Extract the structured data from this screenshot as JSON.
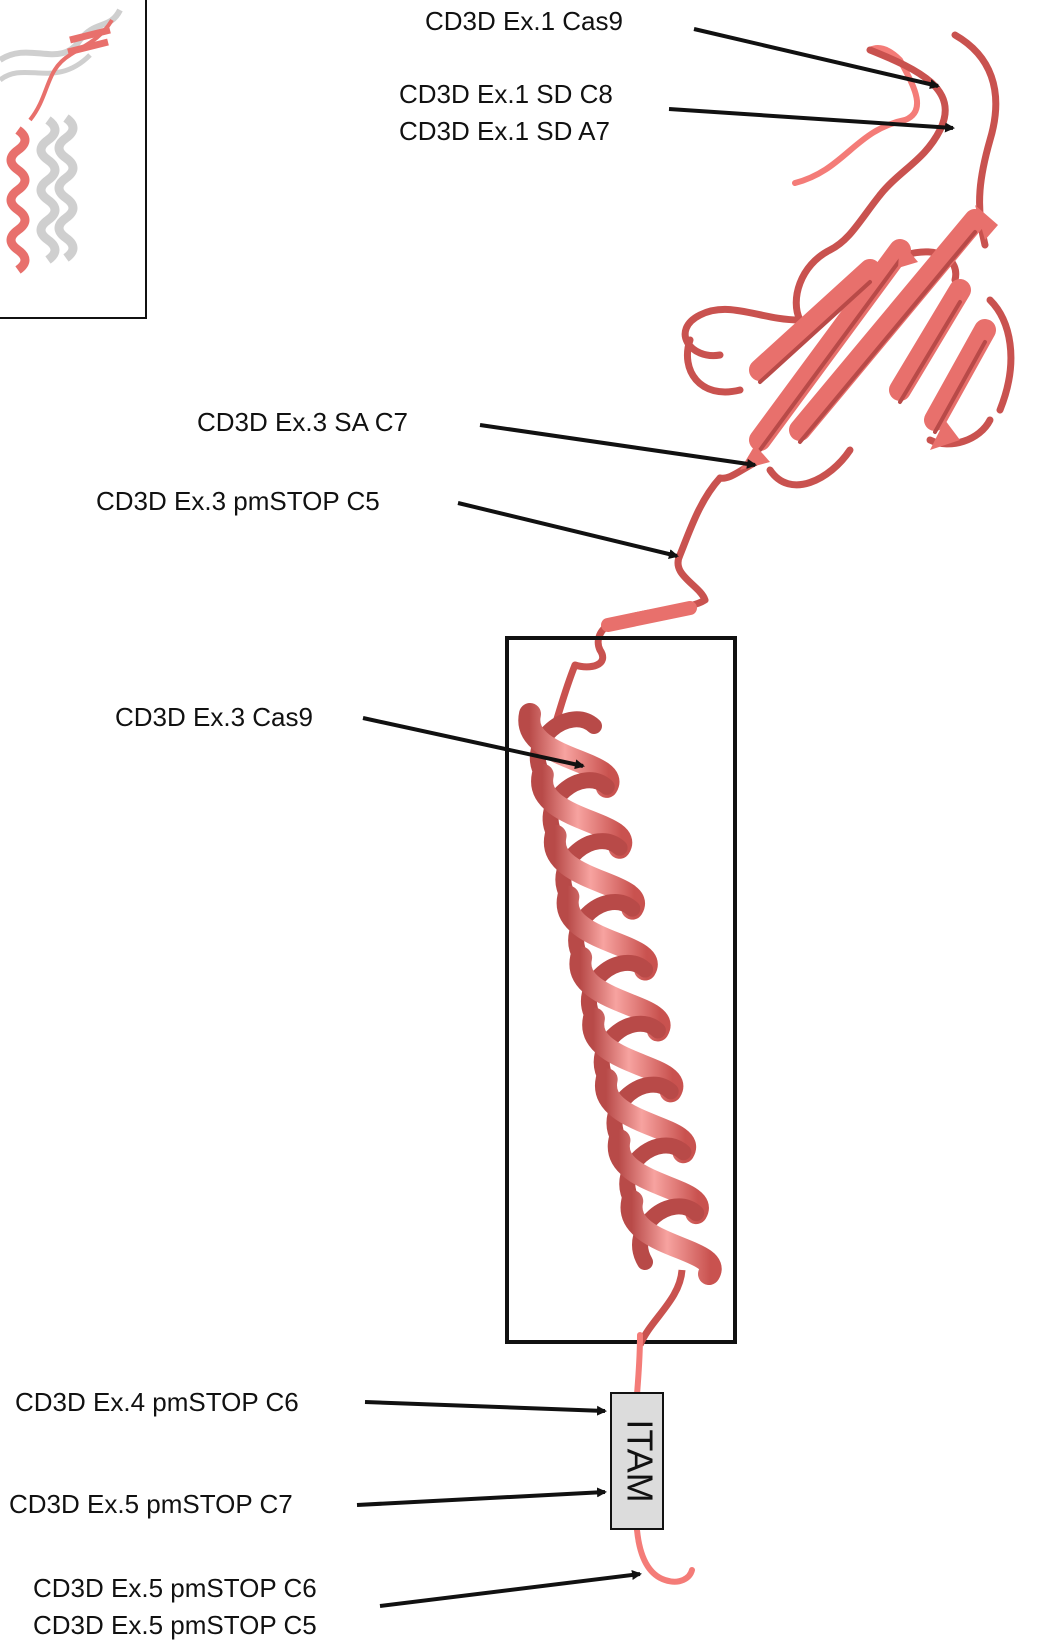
{
  "labels": {
    "ex1_cas9": "CD3D Ex.1 Cas9",
    "ex1_sd_c8": "CD3D Ex.1 SD C8",
    "ex1_sd_a7": "CD3D Ex.1 SD A7",
    "ex3_sa_c7": "CD3D Ex.3 SA C7",
    "ex3_pmstop_c5": "CD3D Ex.3 pmSTOP C5",
    "ex3_cas9": "CD3D Ex.3 Cas9",
    "ex4_pmstop_c6": "CD3D Ex.4 pmSTOP C6",
    "ex5_pmstop_c7": "CD3D Ex.5 pmSTOP C7",
    "ex5_pmstop_c6": "CD3D Ex.5 pmSTOP C6",
    "ex5_pmstop_c5": "CD3D Ex.5 pmSTOP C5"
  },
  "itam_label": "ITAM",
  "colors": {
    "protein": "#e8706c",
    "protein_dark": "#b84a48",
    "protein_light": "#f7a3a0",
    "itam_fill": "#dcdcdc",
    "ink": "#111111",
    "inset_gray": "#c8c8c8"
  }
}
